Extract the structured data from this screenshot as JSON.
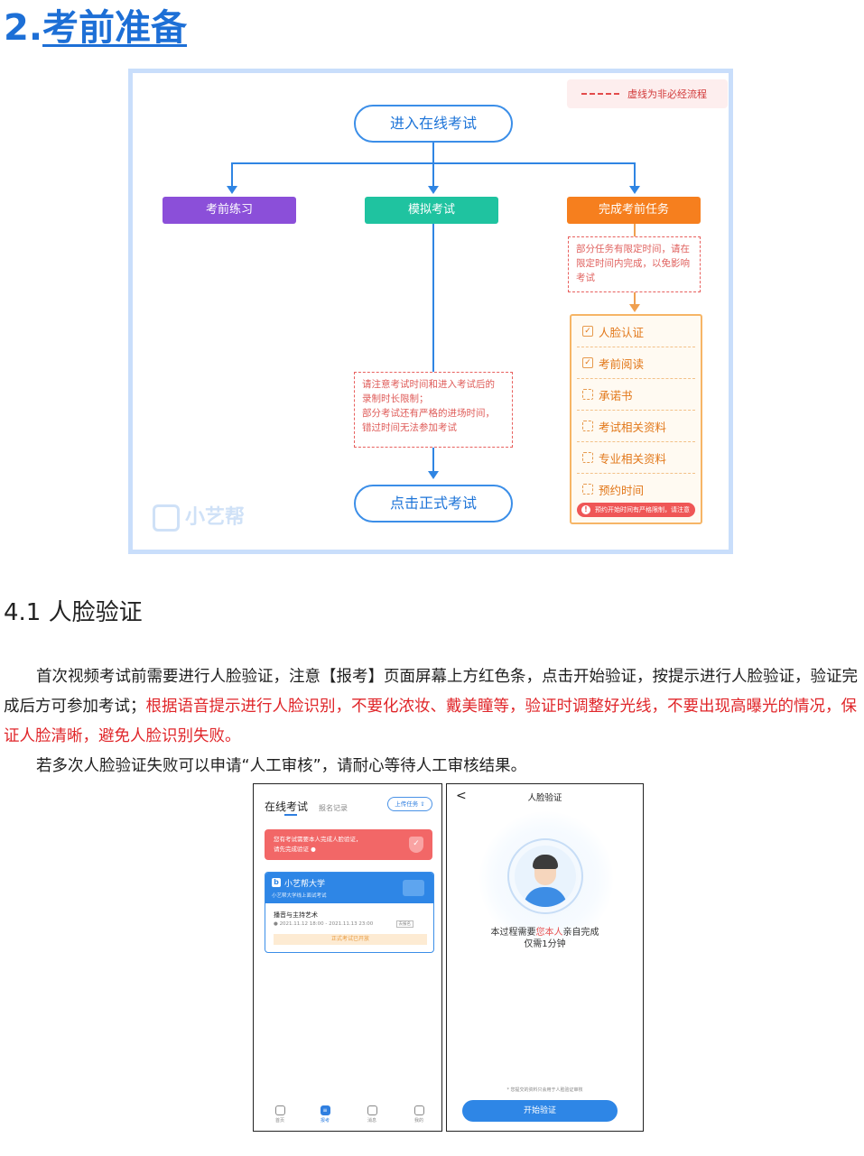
{
  "heading": {
    "number": "2.",
    "title": "考前准备"
  },
  "flowchart": {
    "legend": "虚线为非必经流程",
    "start": "进入在线考试",
    "branches": [
      {
        "label": "考前练习",
        "color": "#8b4fd9"
      },
      {
        "label": "模拟考试",
        "color": "#1fc3a0"
      },
      {
        "label": "完成考前任务",
        "color": "#f67f1e"
      }
    ],
    "task_note": "部分任务有限定时间，请在限定时间内完成，以免影响考试",
    "tasks": [
      {
        "label": "人脸认证",
        "checked": true
      },
      {
        "label": "考前阅读",
        "checked": true
      },
      {
        "label": "承诺书",
        "checked": false
      },
      {
        "label": "考试相关资料",
        "checked": false
      },
      {
        "label": "专业相关资料",
        "checked": false
      },
      {
        "label": "预约时间",
        "checked": false
      }
    ],
    "tasks_warning": "预约开始时间有严格限制，请注意",
    "middle_note_lines": [
      "请注意考试时间和进入考试后的",
      "录制时长限制；",
      "部分考试还有严格的进场时间，",
      "错过时间无法参加考试"
    ],
    "end": "点击正式考试",
    "watermark": "小艺帮"
  },
  "section": {
    "title": "4.1 人脸验证",
    "para1_normal": "首次视频考试前需要进行人脸验证，注意【报考】页面屏幕上方红色条，点击开始验证，按提示进行人脸验证，验证完成后方可参加考试；",
    "para1_red": "根据语音提示进行人脸识别，不要化浓妆、戴美瞳等，验证时调整好光线，不要出现高曝光的情况，保证人脸清晰，避免人脸识别失败。",
    "para2": "若多次人脸验证失败可以申请“人工审核”，请耐心等待人工审核结果。"
  },
  "phone1": {
    "tab_active": "在线考试",
    "tab_other": "报名记录",
    "upload_button": "上传任务",
    "alert_line1": "您有考试需要本人完成人脸验证，",
    "alert_line2": "请先完成验证",
    "school": "小艺帮大学",
    "school_sub": "小艺帮大学线上面试考试",
    "exam_name": "播音与主持艺术",
    "exam_time": "2021.11.12 18:00 - 2021.11.13 23:00",
    "exam_tag": "去报名",
    "exam_status": "正式考试已开放",
    "nav": [
      "首页",
      "报考",
      "消息",
      "我的"
    ]
  },
  "phone2": {
    "back": "<",
    "title": "人脸验证",
    "text_before": "本过程需要",
    "text_highlight": "您本人",
    "text_after": "亲自完成",
    "text_line2": "仅需1分钟",
    "fine_print": "* 您提交的资料只会用于人脸验证审核",
    "start_button": "开始验证"
  }
}
